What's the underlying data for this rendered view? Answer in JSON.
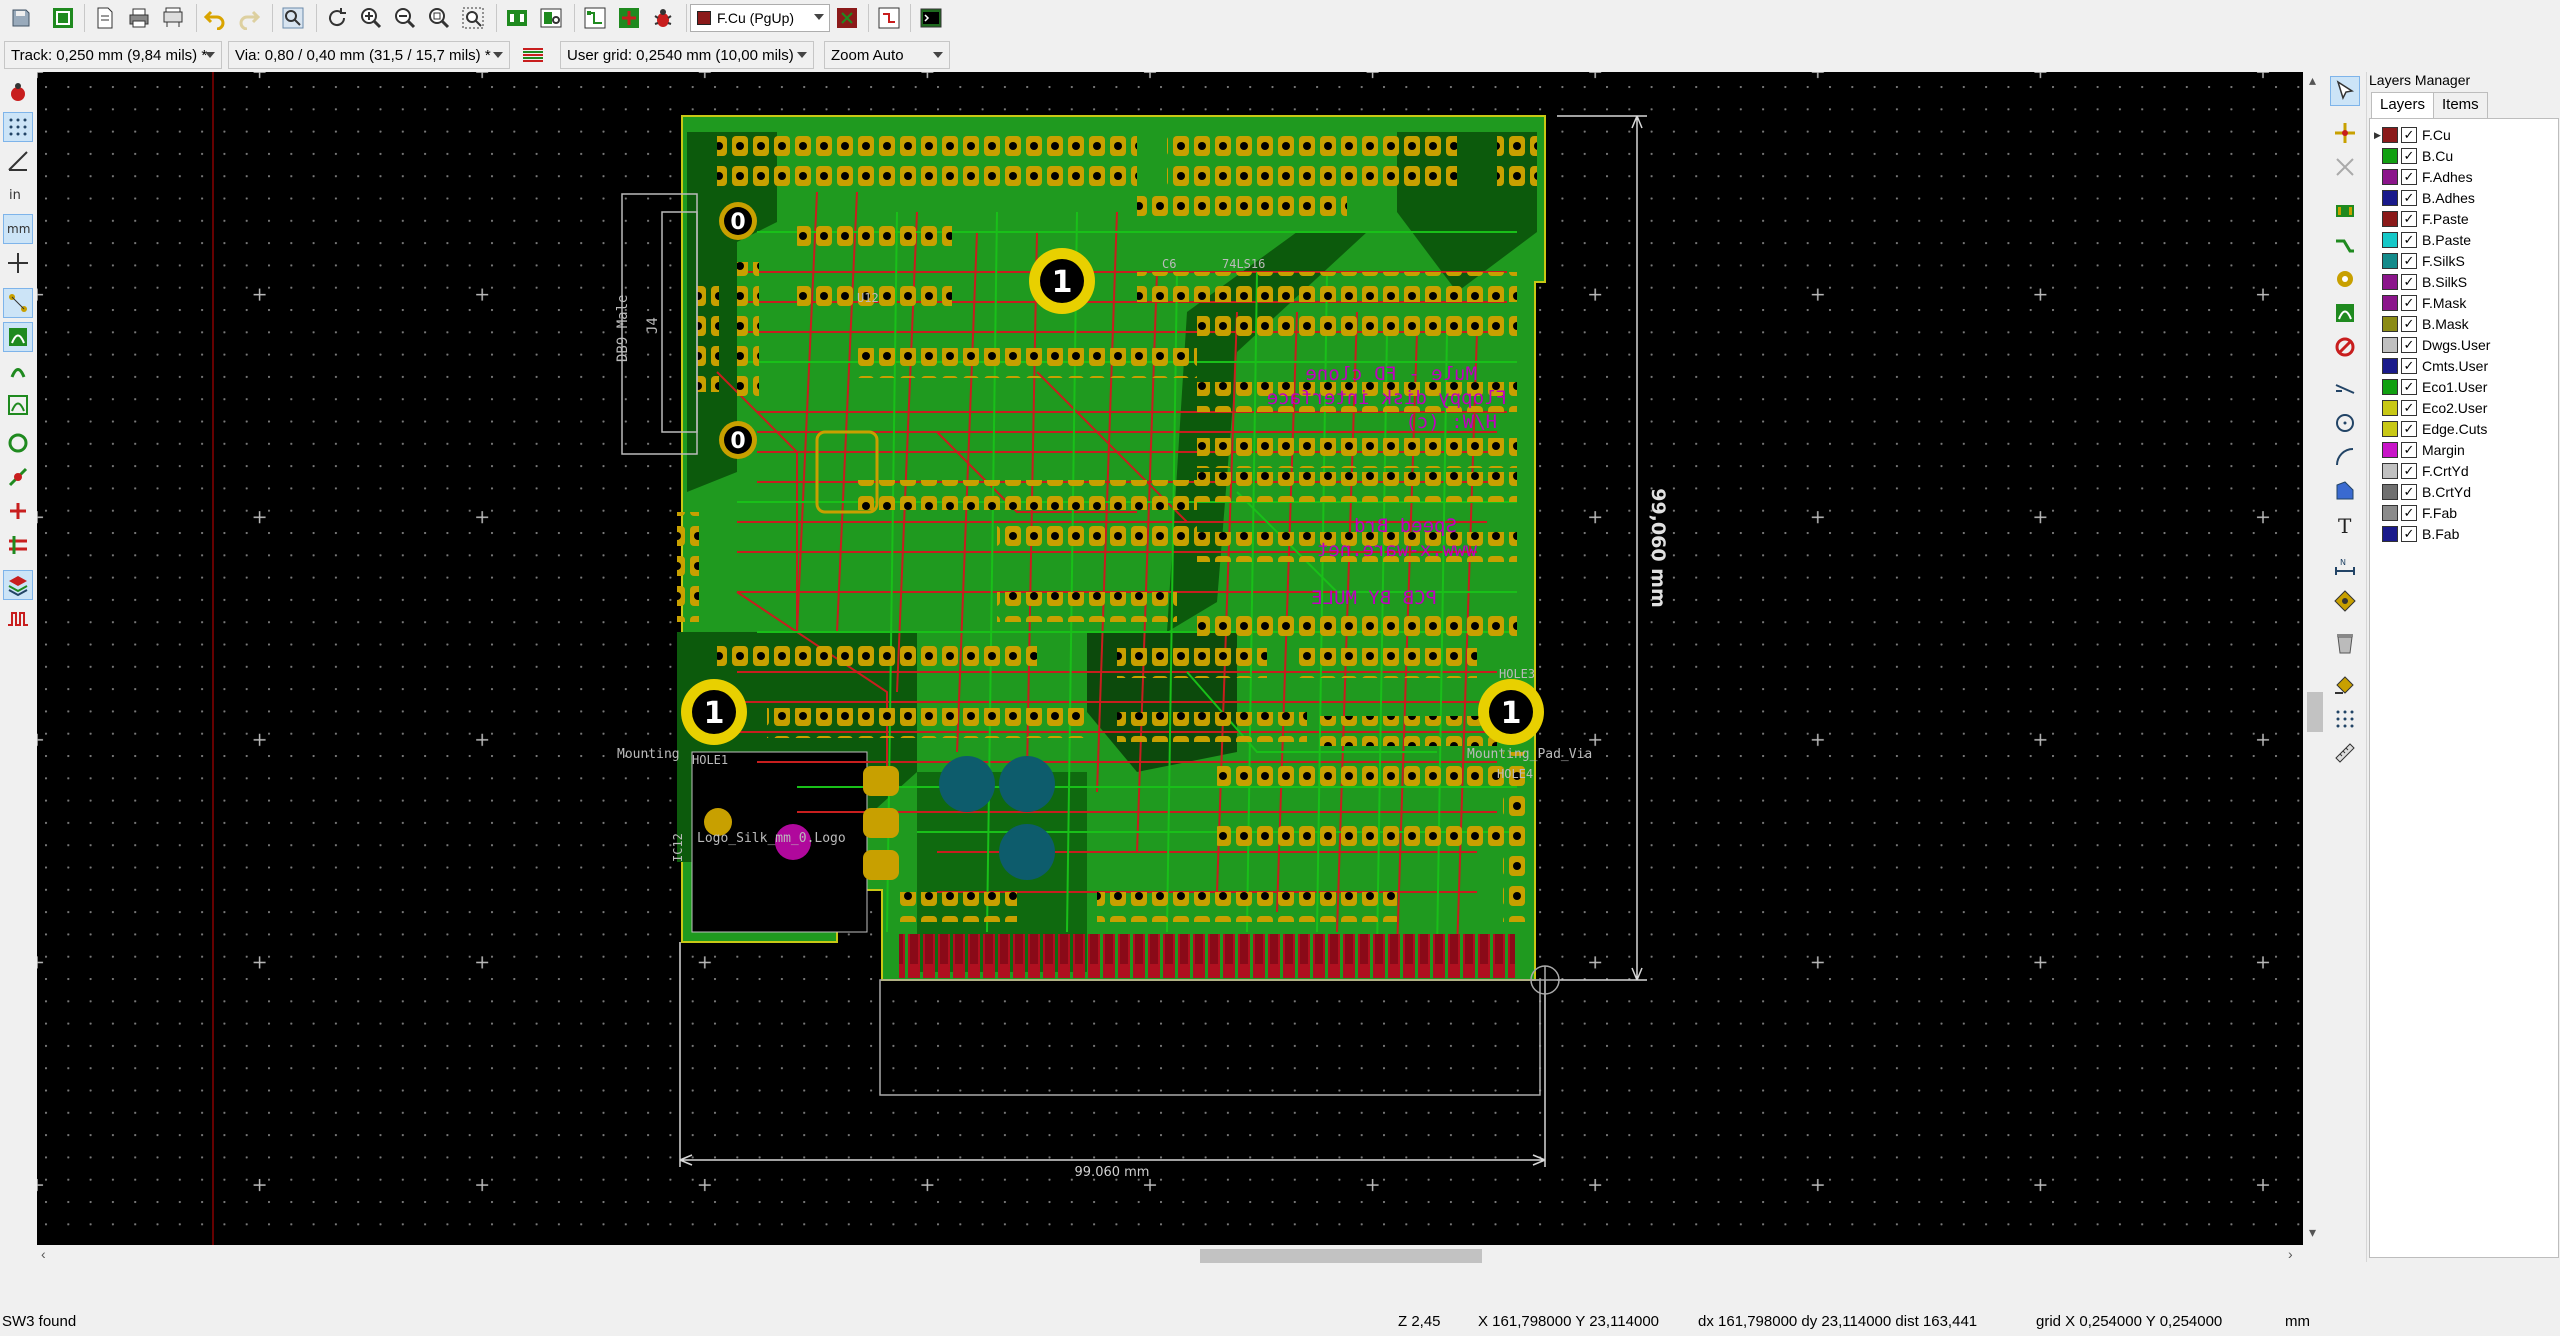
{
  "toolbar": {
    "layer_select": "F.Cu (PgUp)",
    "layer_color": "#8b1a1a"
  },
  "aux_toolbar": {
    "track": "Track: 0,250 mm (9,84 mils) *",
    "via": "Via: 0,80 / 0,40 mm (31,5 / 15,7 mils) *",
    "grid": "User grid: 0,2540 mm (10,00 mils)",
    "zoom": "Zoom Auto"
  },
  "canvas": {
    "silk_texts": [
      "DB9 Male",
      "J4",
      "Mounting",
      "Mounting_Pad_Via",
      "HOLE1",
      "HOLE3",
      "HOLE4",
      "Logo_Silk_mm_0.Logo",
      "IC12",
      "U12",
      "C6",
      "74LS16"
    ],
    "copper_texts": [
      "Mule - FD clone",
      "Floppy disk interface",
      "H/W: (c)",
      "Speed Brd",
      "www.x-ware.net",
      "PCB BY MULE"
    ],
    "dimension_bottom": "99.060 mm",
    "dimension_right": "99,060 mm",
    "mount_labels": [
      "0",
      "0",
      "1",
      "1",
      "1"
    ],
    "colors": {
      "background": "#000000",
      "board": "#1f9a1f",
      "front_copper": "#c81e1e",
      "back_copper": "#16a016",
      "pads": "#c8a000",
      "silkscreen": "#c8c8c8",
      "silk_magenta": "#c800c8"
    }
  },
  "layers_manager": {
    "title": "Layers Manager",
    "tabs": [
      "Layers",
      "Items"
    ],
    "active_tab": "Layers",
    "layers": [
      {
        "name": "F.Cu",
        "color": "#8b1a1a",
        "checked": true,
        "current": true
      },
      {
        "name": "B.Cu",
        "color": "#11a011",
        "checked": true
      },
      {
        "name": "F.Adhes",
        "color": "#8b158b",
        "checked": true
      },
      {
        "name": "B.Adhes",
        "color": "#1a1a8b",
        "checked": true
      },
      {
        "name": "F.Paste",
        "color": "#8b1a1a",
        "checked": true
      },
      {
        "name": "B.Paste",
        "color": "#16c8c8",
        "checked": true
      },
      {
        "name": "F.SilkS",
        "color": "#148b8b",
        "checked": true
      },
      {
        "name": "B.SilkS",
        "color": "#8b158b",
        "checked": true
      },
      {
        "name": "F.Mask",
        "color": "#8b158b",
        "checked": true
      },
      {
        "name": "B.Mask",
        "color": "#8b8b15",
        "checked": true
      },
      {
        "name": "Dwgs.User",
        "color": "#c0c0c0",
        "checked": true
      },
      {
        "name": "Cmts.User",
        "color": "#1a1a8b",
        "checked": true
      },
      {
        "name": "Eco1.User",
        "color": "#11a011",
        "checked": true
      },
      {
        "name": "Eco2.User",
        "color": "#c8c815",
        "checked": true
      },
      {
        "name": "Edge.Cuts",
        "color": "#c8c815",
        "checked": true
      },
      {
        "name": "Margin",
        "color": "#c815c8",
        "checked": true
      },
      {
        "name": "F.CrtYd",
        "color": "#c0c0c0",
        "checked": true
      },
      {
        "name": "B.CrtYd",
        "color": "#707070",
        "checked": true
      },
      {
        "name": "F.Fab",
        "color": "#8b8b8b",
        "checked": true
      },
      {
        "name": "B.Fab",
        "color": "#1a1a8b",
        "checked": true
      }
    ]
  },
  "statusbar": {
    "message": "SW3 found",
    "zoom": "Z 2,45",
    "abs_coords": "X 161,798000  Y 23,114000",
    "rel_coords": "dx 161,798000  dy 23,114000  dist 163,441",
    "grid": "grid X 0,254000  Y 0,254000",
    "units": "mm"
  }
}
